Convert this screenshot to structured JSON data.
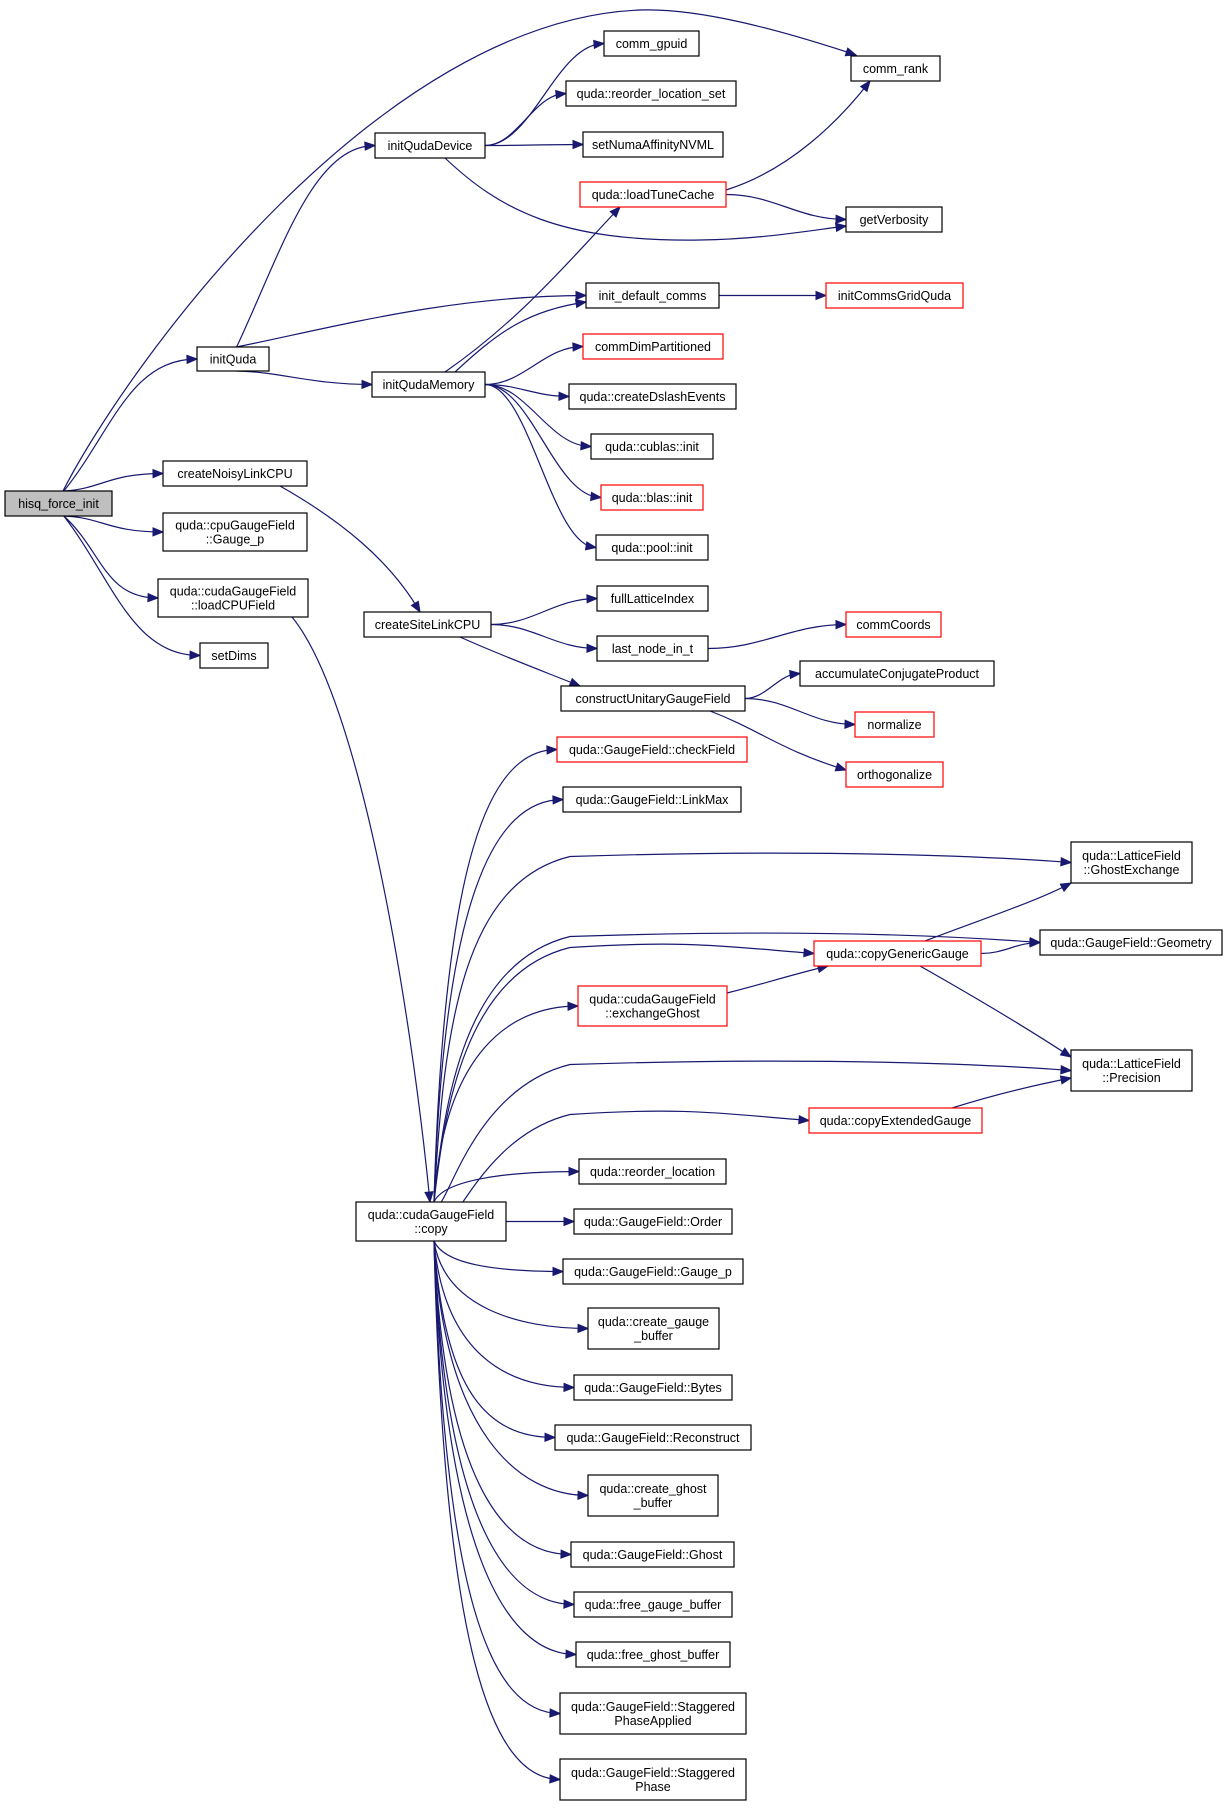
{
  "diagram": {
    "type": "call-graph",
    "colors": {
      "edge": "#191970",
      "node_border": "#000000",
      "truncated_border": "#ff0000",
      "root_fill": "#bfbfbf"
    },
    "nodes": [
      {
        "id": "hisq_force_init",
        "lines": [
          "hisq_force_init"
        ],
        "style": "root"
      },
      {
        "id": "initQuda",
        "lines": [
          "initQuda"
        ],
        "style": "normal"
      },
      {
        "id": "createNoisyLinkCPU",
        "lines": [
          "createNoisyLinkCPU"
        ],
        "style": "normal"
      },
      {
        "id": "cpuGauge_p",
        "lines": [
          "quda::cpuGaugeField",
          "::Gauge_p"
        ],
        "style": "normal"
      },
      {
        "id": "loadCPUField",
        "lines": [
          "quda::cudaGaugeField",
          "::loadCPUField"
        ],
        "style": "normal"
      },
      {
        "id": "setDims",
        "lines": [
          "setDims"
        ],
        "style": "normal"
      },
      {
        "id": "initQudaDevice",
        "lines": [
          "initQudaDevice"
        ],
        "style": "normal"
      },
      {
        "id": "initQudaMemory",
        "lines": [
          "initQudaMemory"
        ],
        "style": "normal"
      },
      {
        "id": "createSiteLinkCPU",
        "lines": [
          "createSiteLinkCPU"
        ],
        "style": "normal"
      },
      {
        "id": "cuda_copy",
        "lines": [
          "quda::cudaGaugeField",
          "::copy"
        ],
        "style": "normal"
      },
      {
        "id": "comm_gpuid",
        "lines": [
          "comm_gpuid"
        ],
        "style": "normal"
      },
      {
        "id": "reorder_location_set",
        "lines": [
          "quda::reorder_location_set"
        ],
        "style": "normal"
      },
      {
        "id": "setNumaAffinityNVML",
        "lines": [
          "setNumaAffinityNVML"
        ],
        "style": "normal"
      },
      {
        "id": "loadTuneCache",
        "lines": [
          "quda::loadTuneCache"
        ],
        "style": "red"
      },
      {
        "id": "init_default_comms",
        "lines": [
          "init_default_comms"
        ],
        "style": "normal"
      },
      {
        "id": "commDimPartitioned",
        "lines": [
          "commDimPartitioned"
        ],
        "style": "red"
      },
      {
        "id": "createDslashEvents",
        "lines": [
          "quda::createDslashEvents"
        ],
        "style": "normal"
      },
      {
        "id": "cublas_init",
        "lines": [
          "quda::cublas::init"
        ],
        "style": "normal"
      },
      {
        "id": "blas_init",
        "lines": [
          "quda::blas::init"
        ],
        "style": "red"
      },
      {
        "id": "pool_init",
        "lines": [
          "quda::pool::init"
        ],
        "style": "normal"
      },
      {
        "id": "fullLatticeIndex",
        "lines": [
          "fullLatticeIndex"
        ],
        "style": "normal"
      },
      {
        "id": "last_node_in_t",
        "lines": [
          "last_node_in_t"
        ],
        "style": "normal"
      },
      {
        "id": "constructUnitaryGaugeField",
        "lines": [
          "constructUnitaryGaugeField"
        ],
        "style": "normal"
      },
      {
        "id": "checkField",
        "lines": [
          "quda::GaugeField::checkField"
        ],
        "style": "red"
      },
      {
        "id": "LinkMax",
        "lines": [
          "quda::GaugeField::LinkMax"
        ],
        "style": "normal"
      },
      {
        "id": "exchangeGhost",
        "lines": [
          "quda::cudaGaugeField",
          "::exchangeGhost"
        ],
        "style": "red"
      },
      {
        "id": "reorder_location",
        "lines": [
          "quda::reorder_location"
        ],
        "style": "normal"
      },
      {
        "id": "Order",
        "lines": [
          "quda::GaugeField::Order"
        ],
        "style": "normal"
      },
      {
        "id": "GaugeField_Gauge_p",
        "lines": [
          "quda::GaugeField::Gauge_p"
        ],
        "style": "normal"
      },
      {
        "id": "create_gauge_buffer",
        "lines": [
          "quda::create_gauge",
          "_buffer"
        ],
        "style": "normal"
      },
      {
        "id": "Bytes",
        "lines": [
          "quda::GaugeField::Bytes"
        ],
        "style": "normal"
      },
      {
        "id": "Reconstruct",
        "lines": [
          "quda::GaugeField::Reconstruct"
        ],
        "style": "normal"
      },
      {
        "id": "create_ghost_buffer",
        "lines": [
          "quda::create_ghost",
          "_buffer"
        ],
        "style": "normal"
      },
      {
        "id": "Ghost",
        "lines": [
          "quda::GaugeField::Ghost"
        ],
        "style": "normal"
      },
      {
        "id": "free_gauge_buffer",
        "lines": [
          "quda::free_gauge_buffer"
        ],
        "style": "normal"
      },
      {
        "id": "free_ghost_buffer",
        "lines": [
          "quda::free_ghost_buffer"
        ],
        "style": "normal"
      },
      {
        "id": "StaggeredPhaseApplied",
        "lines": [
          "quda::GaugeField::Staggered",
          "PhaseApplied"
        ],
        "style": "normal"
      },
      {
        "id": "StaggeredPhase",
        "lines": [
          "quda::GaugeField::Staggered",
          "Phase"
        ],
        "style": "normal"
      },
      {
        "id": "comm_rank",
        "lines": [
          "comm_rank"
        ],
        "style": "normal"
      },
      {
        "id": "getVerbosity",
        "lines": [
          "getVerbosity"
        ],
        "style": "normal"
      },
      {
        "id": "initCommsGridQuda",
        "lines": [
          "initCommsGridQuda"
        ],
        "style": "red"
      },
      {
        "id": "commCoords",
        "lines": [
          "commCoords"
        ],
        "style": "red"
      },
      {
        "id": "accumulateConjugateProduct",
        "lines": [
          "accumulateConjugateProduct"
        ],
        "style": "normal"
      },
      {
        "id": "normalize",
        "lines": [
          "normalize"
        ],
        "style": "red"
      },
      {
        "id": "orthogonalize",
        "lines": [
          "orthogonalize"
        ],
        "style": "red"
      },
      {
        "id": "copyGenericGauge",
        "lines": [
          "quda::copyGenericGauge"
        ],
        "style": "red"
      },
      {
        "id": "copyExtendedGauge",
        "lines": [
          "quda::copyExtendedGauge"
        ],
        "style": "red"
      },
      {
        "id": "GhostExchange",
        "lines": [
          "quda::LatticeField",
          "::GhostExchange"
        ],
        "style": "normal"
      },
      {
        "id": "Geometry",
        "lines": [
          "quda::GaugeField::Geometry"
        ],
        "style": "normal"
      },
      {
        "id": "Precision",
        "lines": [
          "quda::LatticeField",
          "::Precision"
        ],
        "style": "normal"
      }
    ],
    "edges": [
      [
        "hisq_force_init",
        "comm_rank"
      ],
      [
        "hisq_force_init",
        "initQuda"
      ],
      [
        "hisq_force_init",
        "createNoisyLinkCPU"
      ],
      [
        "hisq_force_init",
        "cpuGauge_p"
      ],
      [
        "hisq_force_init",
        "loadCPUField"
      ],
      [
        "hisq_force_init",
        "setDims"
      ],
      [
        "initQuda",
        "initQudaDevice"
      ],
      [
        "initQuda",
        "init_default_comms"
      ],
      [
        "initQuda",
        "initQudaMemory"
      ],
      [
        "initQudaDevice",
        "comm_gpuid"
      ],
      [
        "initQudaDevice",
        "reorder_location_set"
      ],
      [
        "initQudaDevice",
        "setNumaAffinityNVML"
      ],
      [
        "initQudaDevice",
        "getVerbosity"
      ],
      [
        "loadTuneCache",
        "comm_rank"
      ],
      [
        "loadTuneCache",
        "getVerbosity"
      ],
      [
        "initQudaMemory",
        "loadTuneCache"
      ],
      [
        "initQudaMemory",
        "init_default_comms"
      ],
      [
        "initQudaMemory",
        "commDimPartitioned"
      ],
      [
        "initQudaMemory",
        "createDslashEvents"
      ],
      [
        "initQudaMemory",
        "cublas_init"
      ],
      [
        "initQudaMemory",
        "blas_init"
      ],
      [
        "initQudaMemory",
        "pool_init"
      ],
      [
        "init_default_comms",
        "initCommsGridQuda"
      ],
      [
        "createNoisyLinkCPU",
        "createSiteLinkCPU"
      ],
      [
        "createSiteLinkCPU",
        "fullLatticeIndex"
      ],
      [
        "createSiteLinkCPU",
        "last_node_in_t"
      ],
      [
        "createSiteLinkCPU",
        "constructUnitaryGaugeField"
      ],
      [
        "last_node_in_t",
        "commCoords"
      ],
      [
        "constructUnitaryGaugeField",
        "accumulateConjugateProduct"
      ],
      [
        "constructUnitaryGaugeField",
        "normalize"
      ],
      [
        "constructUnitaryGaugeField",
        "orthogonalize"
      ],
      [
        "loadCPUField",
        "cuda_copy"
      ],
      [
        "cuda_copy",
        "checkField"
      ],
      [
        "cuda_copy",
        "LinkMax"
      ],
      [
        "cuda_copy",
        "GhostExchange"
      ],
      [
        "cuda_copy",
        "Geometry"
      ],
      [
        "cuda_copy",
        "copyGenericGauge"
      ],
      [
        "cuda_copy",
        "exchangeGhost"
      ],
      [
        "cuda_copy",
        "Precision"
      ],
      [
        "cuda_copy",
        "copyExtendedGauge"
      ],
      [
        "cuda_copy",
        "reorder_location"
      ],
      [
        "cuda_copy",
        "Order"
      ],
      [
        "cuda_copy",
        "GaugeField_Gauge_p"
      ],
      [
        "cuda_copy",
        "create_gauge_buffer"
      ],
      [
        "cuda_copy",
        "Bytes"
      ],
      [
        "cuda_copy",
        "Reconstruct"
      ],
      [
        "cuda_copy",
        "create_ghost_buffer"
      ],
      [
        "cuda_copy",
        "Ghost"
      ],
      [
        "cuda_copy",
        "free_gauge_buffer"
      ],
      [
        "cuda_copy",
        "free_ghost_buffer"
      ],
      [
        "cuda_copy",
        "StaggeredPhaseApplied"
      ],
      [
        "cuda_copy",
        "StaggeredPhase"
      ],
      [
        "exchangeGhost",
        "copyGenericGauge"
      ],
      [
        "copyGenericGauge",
        "GhostExchange"
      ],
      [
        "copyGenericGauge",
        "Geometry"
      ],
      [
        "copyGenericGauge",
        "Precision"
      ],
      [
        "copyExtendedGauge",
        "Precision"
      ]
    ]
  }
}
